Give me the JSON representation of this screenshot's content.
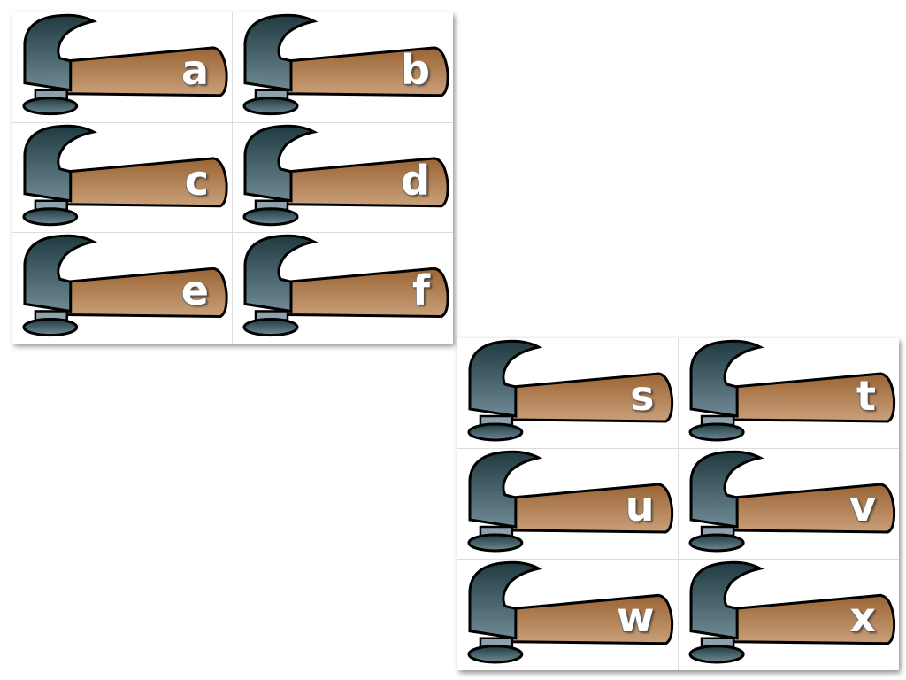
{
  "cards": [
    {
      "letters": [
        "a",
        "b",
        "c",
        "d",
        "e",
        "f"
      ]
    },
    {
      "letters": [
        "s",
        "t",
        "u",
        "v",
        "w",
        "x"
      ]
    }
  ],
  "colors": {
    "head_dark": "#1f3a40",
    "head_light": "#6f8a94",
    "handle_dark": "#9a6434",
    "handle_light": "#caa07a",
    "outline": "#000000"
  },
  "icon": "hammer-icon"
}
